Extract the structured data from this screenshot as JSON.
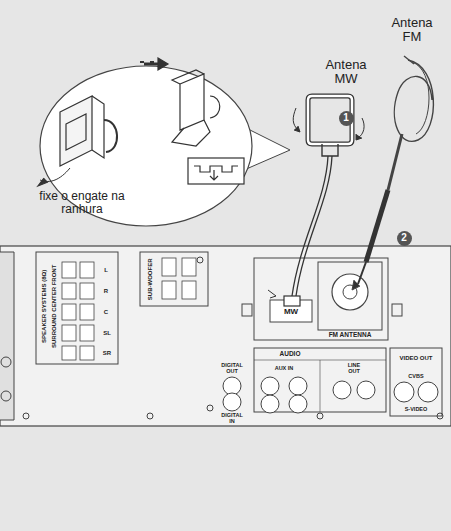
{
  "diagram": {
    "nodes": [
      {
        "text": [
          "1"
        ]
      },
      {
        "text": [
          "2"
        ]
      }
    ],
    "labels": [
      "Antena FM",
      "Antena MW",
      "fixe o engate na ranhura",
      "SPEAKER SYSTEMS (8Ω)",
      "SURROUND CENTER FRONT",
      "L",
      "R",
      "C",
      "SL",
      "SR",
      "SUB-WOOFER",
      "MW",
      "FM ANTENNA",
      "DIGITAL OUT",
      "AUDIO",
      "AUX IN",
      "LINE OUT",
      "VIDEO OUT",
      "CVBS",
      "S-VIDEO",
      "DIGITAL IN"
    ]
  }
}
